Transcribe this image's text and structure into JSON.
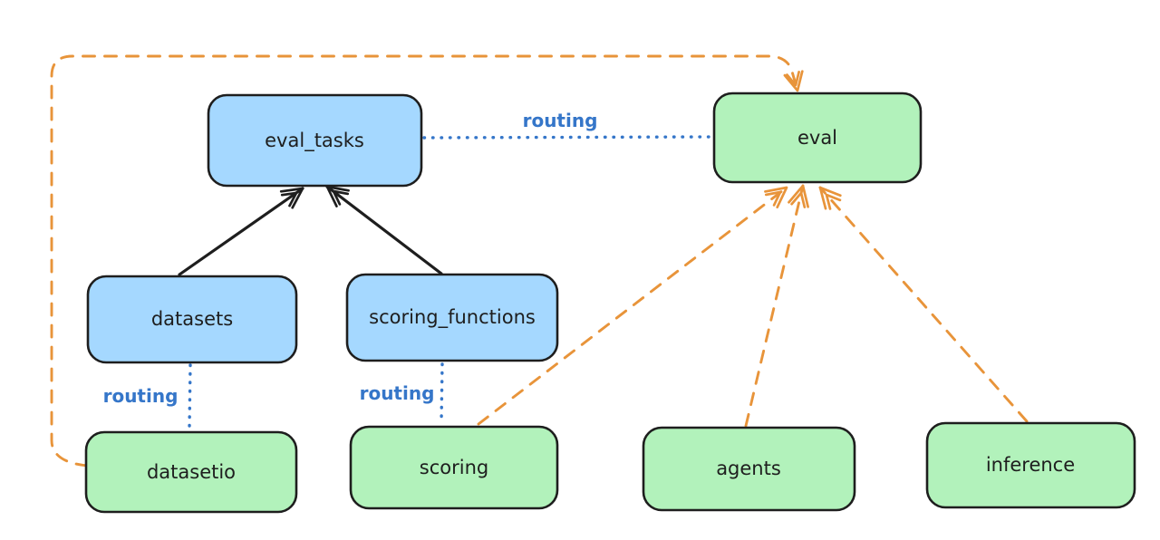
{
  "diagram": {
    "kind": "hand-drawn architecture graph",
    "colors": {
      "background": "#ffffff",
      "node_border": "#1e1e1e",
      "resource_fill_blue": "#a5d8ff",
      "api_fill_green": "#b2f2bb",
      "solid_arrow": "#1e1e1e",
      "routing_blue": "#3576c9",
      "provider_orange": "#e8943a"
    },
    "nodes": [
      {
        "id": "eval_tasks",
        "label": "eval_tasks",
        "fill": "#a5d8ff"
      },
      {
        "id": "eval",
        "label": "eval",
        "fill": "#b2f2bb"
      },
      {
        "id": "datasets",
        "label": "datasets",
        "fill": "#a5d8ff"
      },
      {
        "id": "scoring_functions",
        "label": "scoring_functions",
        "fill": "#a5d8ff"
      },
      {
        "id": "datasetio",
        "label": "datasetio",
        "fill": "#b2f2bb"
      },
      {
        "id": "scoring",
        "label": "scoring",
        "fill": "#b2f2bb"
      },
      {
        "id": "agents",
        "label": "agents",
        "fill": "#b2f2bb"
      },
      {
        "id": "inference",
        "label": "inference",
        "fill": "#b2f2bb"
      }
    ],
    "edges": [
      {
        "from": "datasets",
        "to": "eval_tasks",
        "style": "solid",
        "arrow": true,
        "color": "#1e1e1e"
      },
      {
        "from": "scoring_functions",
        "to": "eval_tasks",
        "style": "solid",
        "arrow": true,
        "color": "#1e1e1e"
      },
      {
        "from": "eval_tasks",
        "to": "eval",
        "style": "dotted",
        "arrow": false,
        "color": "#3576c9",
        "label": "routing"
      },
      {
        "from": "datasets",
        "to": "datasetio",
        "style": "dotted",
        "arrow": false,
        "color": "#3576c9",
        "label": "routing"
      },
      {
        "from": "scoring_functions",
        "to": "scoring",
        "style": "dotted",
        "arrow": false,
        "color": "#3576c9",
        "label": "routing"
      },
      {
        "from": "datasetio",
        "to": "eval",
        "style": "dashed",
        "arrow": true,
        "color": "#e8943a"
      },
      {
        "from": "scoring",
        "to": "eval",
        "style": "dashed",
        "arrow": true,
        "color": "#e8943a"
      },
      {
        "from": "agents",
        "to": "eval",
        "style": "dashed",
        "arrow": true,
        "color": "#e8943a"
      },
      {
        "from": "inference",
        "to": "eval",
        "style": "dashed",
        "arrow": true,
        "color": "#e8943a"
      }
    ]
  }
}
